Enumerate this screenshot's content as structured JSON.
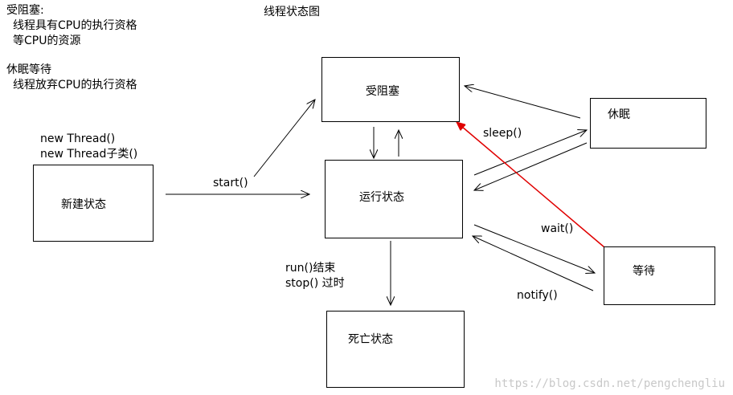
{
  "title": "线程状态图",
  "notes": {
    "blocked": {
      "heading": "受阻塞:",
      "line1": "线程具有CPU的执行资格",
      "line2": "等CPU的资源"
    },
    "sleep": {
      "heading": "休眠等待",
      "line1": "线程放弃CPU的执行资格"
    }
  },
  "creation": {
    "line1": "new Thread()",
    "line2": "new Thread子类()"
  },
  "states": {
    "new": "新建状态",
    "blocked": "受阻塞",
    "running": "运行状态",
    "sleeping": "休眠",
    "waiting": "等待",
    "dead": "死亡状态"
  },
  "transitions": {
    "start": "start()",
    "sleep": "sleep()",
    "wait": "wait()",
    "notify": "notify()",
    "end_run": "run()结束",
    "end_stop": "stop() 过时"
  },
  "colors": {
    "wake_arrow": "#e00000"
  },
  "watermark": "https://blog.csdn.net/pengchengliu"
}
